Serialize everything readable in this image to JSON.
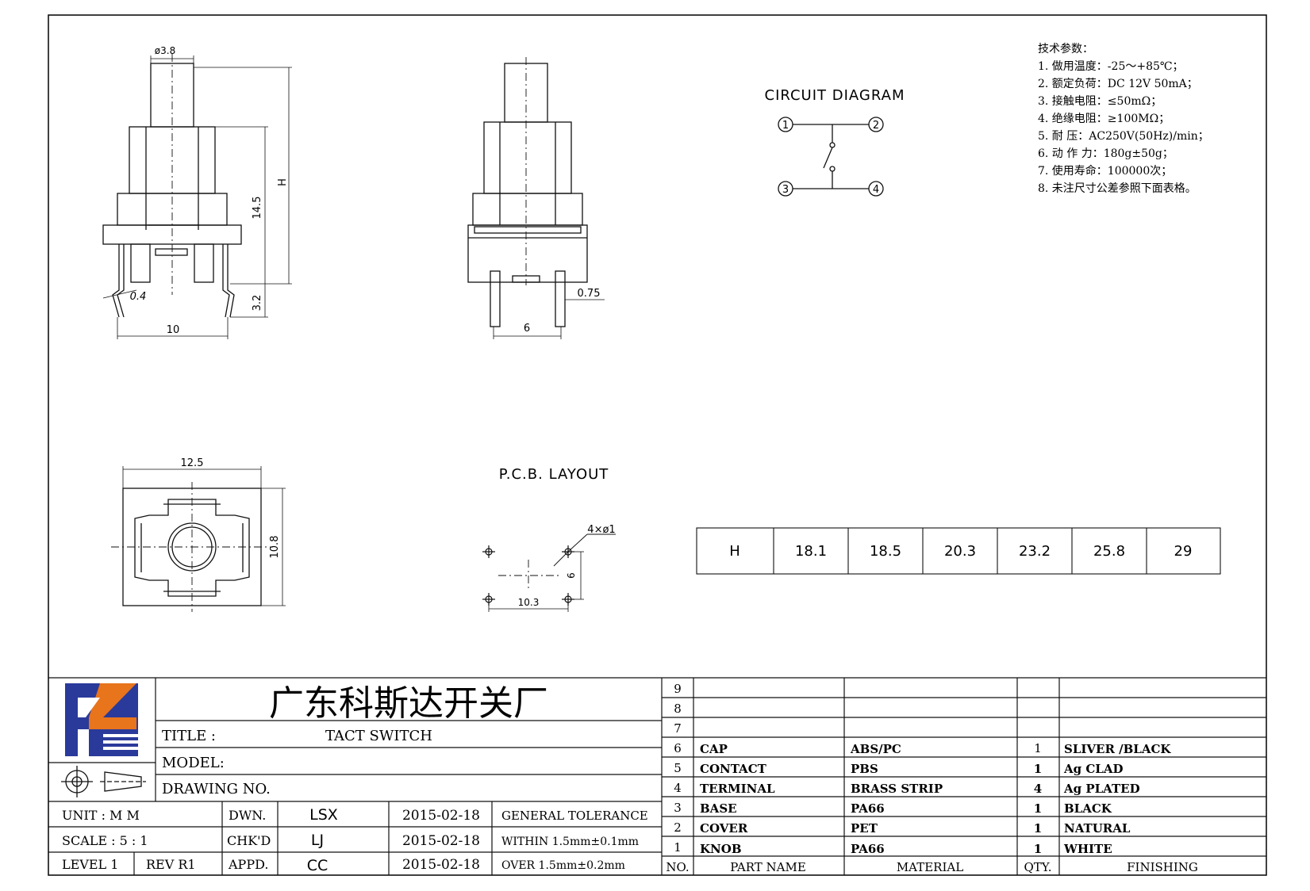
{
  "specs": {
    "heading": "技术参数：",
    "items": [
      "1.  做用温度：-25～+85℃；",
      "2.  额定负荷：DC 12V 50mA；",
      "3.  接触电阻：≤50mΩ；",
      "4.  绝缘电阻：≥100MΩ；",
      "5.  耐    压：AC250V(50Hz)/min；",
      "6.  动 作 力：180g±50g；",
      "7.  使用寿命：100000次；",
      "8.  未注尺寸公差参照下面表格。"
    ]
  },
  "circuit": {
    "title": "CIRCUIT DIAGRAM",
    "pins": [
      "1",
      "2",
      "3",
      "4"
    ]
  },
  "pcb": {
    "title": "P.C.B. LAYOUT",
    "holes": "4×ø1",
    "dim_x": "10.3",
    "dim_y": "6"
  },
  "dims": {
    "cap_dia": "ø3.8",
    "h": "H",
    "body_h": "14.5",
    "pin_len": "3.2",
    "pin_t": "0.4",
    "width": "10",
    "side_pin": "0.75",
    "side_w": "6",
    "top_w": "12.5",
    "top_h": "10.8"
  },
  "h_table": {
    "label": "H",
    "values": [
      "18.1",
      "18.5",
      "20.3",
      "23.2",
      "25.8",
      "29"
    ]
  },
  "title_block": {
    "company": "广东科斯达开关厂",
    "title_label": "TITLE :",
    "title_value": "TACT SWITCH",
    "model_label": "MODEL:",
    "drawing_label": "DRAWING NO.",
    "rows": [
      [
        "UNIT   :   M M",
        "DWN.",
        "LSX",
        "2015-02-18",
        "GENERAL TOLERANCE"
      ],
      [
        "SCALE  :  5 : 1",
        "CHK'D",
        "LJ",
        "2015-02-18",
        "WITHIN 1.5mm±0.1mm"
      ],
      [
        "LEVEL 1",
        "REV  R1",
        "APPD.",
        "CC",
        "2015-02-18",
        "OVER   1.5mm±0.2mm"
      ]
    ]
  },
  "bom": {
    "rows": [
      {
        "no": "9",
        "part": "",
        "material": "",
        "qty": "",
        "finish": ""
      },
      {
        "no": "8",
        "part": "",
        "material": "",
        "qty": "",
        "finish": ""
      },
      {
        "no": "7",
        "part": "",
        "material": "",
        "qty": "",
        "finish": ""
      },
      {
        "no": "6",
        "part": "CAP",
        "material": "ABS/PC",
        "qty": "1",
        "finish": "SLIVER /BLACK"
      },
      {
        "no": "5",
        "part": "CONTACT",
        "material": "PBS",
        "qty": "1",
        "finish": "Ag CLAD"
      },
      {
        "no": "4",
        "part": "TERMINAL",
        "material": "BRASS STRIP",
        "qty": "4",
        "finish": "Ag PLATED"
      },
      {
        "no": "3",
        "part": "BASE",
        "material": "PA66",
        "qty": "1",
        "finish": "BLACK"
      },
      {
        "no": "2",
        "part": "COVER",
        "material": "PET",
        "qty": "1",
        "finish": "NATURAL"
      },
      {
        "no": "1",
        "part": "KNOB",
        "material": "PA66",
        "qty": "1",
        "finish": "WHITE"
      }
    ],
    "header": {
      "no": "NO.",
      "part": "PART  NAME",
      "material": "MATERIAL",
      "qty": "QTY.",
      "finish": "FINISHING"
    }
  },
  "colors": {
    "line": "#111111",
    "logo_blue": "#2a3a9a",
    "logo_orange": "#e8741c"
  }
}
